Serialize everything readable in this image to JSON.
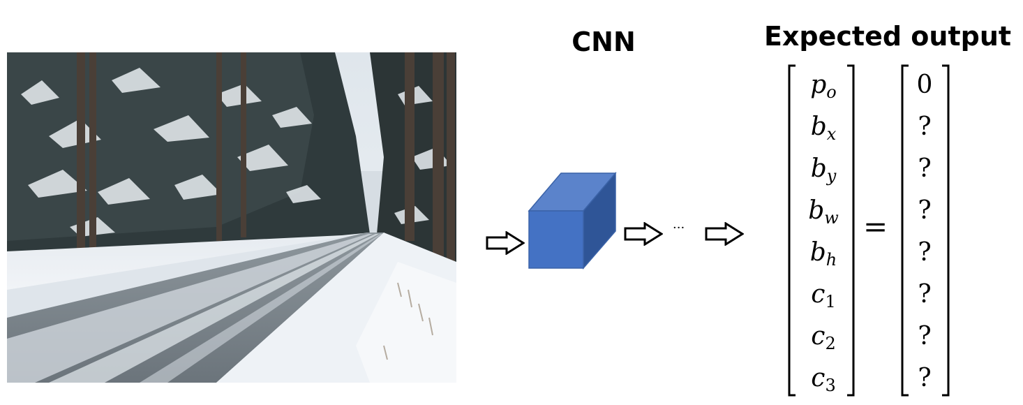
{
  "titles": {
    "cnn": "CNN",
    "expected_output": "Expected output"
  },
  "ellipsis": "···",
  "vector_left": [
    {
      "base": "p",
      "sub": "o",
      "sub_italic": true
    },
    {
      "base": "b",
      "sub": "x",
      "sub_italic": true
    },
    {
      "base": "b",
      "sub": "y",
      "sub_italic": true
    },
    {
      "base": "b",
      "sub": "w",
      "sub_italic": true
    },
    {
      "base": "b",
      "sub": "h",
      "sub_italic": true
    },
    {
      "base": "c",
      "sub": "1",
      "sub_italic": false
    },
    {
      "base": "c",
      "sub": "2",
      "sub_italic": false
    },
    {
      "base": "c",
      "sub": "3",
      "sub_italic": false
    }
  ],
  "equals": "=",
  "vector_right": [
    "0",
    "?",
    "?",
    "?",
    "?",
    "?",
    "?",
    "?"
  ],
  "colors": {
    "cube_front": "#4472c4",
    "cube_top": "#5b83cb",
    "cube_side": "#2f5597",
    "cube_edge": "#3b63a8"
  }
}
